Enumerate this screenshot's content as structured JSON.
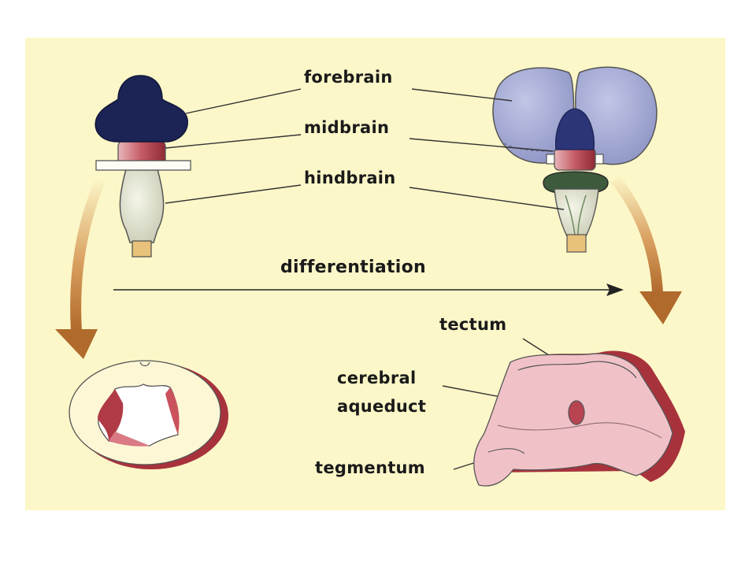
{
  "labels": {
    "forebrain": "forebrain",
    "midbrain": "midbrain",
    "hindbrain": "hindbrain",
    "differentiation": "differentiation",
    "tectum": "tectum",
    "cerebral_aqueduct_line1": "cerebral",
    "cerebral_aqueduct_line2": "aqueduct",
    "tegmentum": "tegmentum"
  },
  "colors": {
    "panel_background": "#fcf7c8",
    "forebrain_embryo": "#1c2456",
    "cerebrum_adult": "#a9b0d6",
    "midbrain": "#b94a55",
    "hindbrain": "#e4e6d2",
    "cerebellum": "#3d5a3c",
    "arrow": "#b97a3c",
    "tissue": "#f0c2c8",
    "tissue_edge": "#a8323c"
  }
}
